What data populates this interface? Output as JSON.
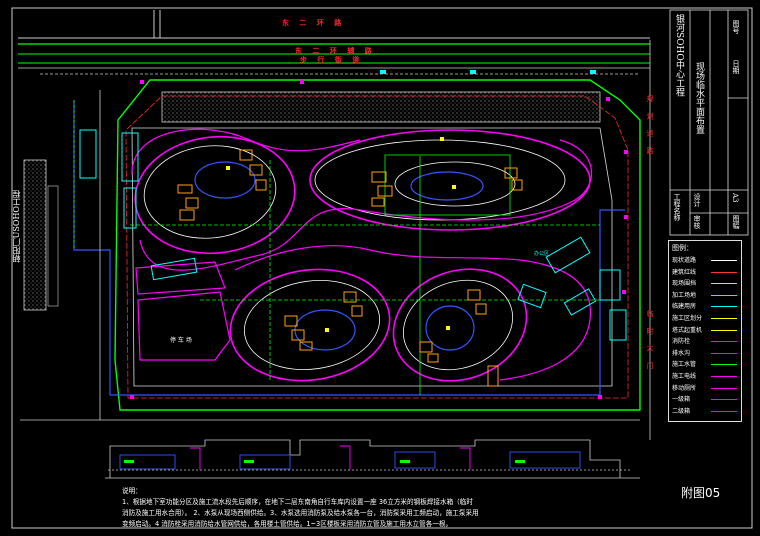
{
  "roads": {
    "top_road": "东 二 环 路",
    "second_road": "东 二 环 辅 路",
    "third_road": "步 行 街 道",
    "right_vertical": "规 划 道 路",
    "right_bottom_vertical": "临 时 大 门",
    "left_vertical": "朝阳门USOHO工程"
  },
  "title_block": {
    "project": "银河SOHO中心工程",
    "drawing": "现场临水平面布置",
    "rows": [
      "工程名称",
      "设计",
      "审核",
      "图号",
      "日期",
      "图幅",
      "A3"
    ]
  },
  "labels": {
    "parking": "停 车 场",
    "office": "办公区"
  },
  "legend": {
    "title": "图例：",
    "items": [
      {
        "label": "现状道路",
        "color": "#ffffff"
      },
      {
        "label": "建筑红线",
        "color": "#ff3333"
      },
      {
        "label": "现场围挡",
        "color": "#cccccc"
      },
      {
        "label": "加工场地",
        "color": "#00ffff"
      },
      {
        "label": "临建用房",
        "color": "#00ffff"
      },
      {
        "label": "施工区划分",
        "color": "#ffff00"
      },
      {
        "label": "塔式起重机",
        "color": "#ffff00"
      },
      {
        "label": "消防栓",
        "color": "#ff00ff"
      },
      {
        "label": "排水沟",
        "color": "#ff00ff"
      },
      {
        "label": "施工水管",
        "color": "#00ff00"
      },
      {
        "label": "施工电线",
        "color": "#ff00ff"
      },
      {
        "label": "移动厕所",
        "color": "#ff00ff"
      },
      {
        "label": "一级箱",
        "color": "#ff00ff"
      },
      {
        "label": "二级箱",
        "color": "#ff00ff"
      }
    ]
  },
  "notes": {
    "heading": "说明：",
    "line1": "1、根据地下室功能分区及施工流水段先后顺序，在地下二层东南角自行车库内设置一座 36立方米的钢板焊接水箱（临时",
    "line2": "消防及施工用水合用）。  2、水泵从现场西侧供给。3、水泵选用消防泵及给水泵各一台，消防泵采用工频启动，施工泵采用",
    "line3": "变频启动。4 消防栓采用消防给水管网供给，各用楼土管供给。1~3区楼板采用消防立管及施工用水立管各一根。"
  },
  "colors": {
    "green": "#00ff00",
    "magenta": "#ff00ff",
    "cyan": "#00ffff",
    "yellow": "#ffff00",
    "red": "#ff2a2a",
    "orange": "#ffa500",
    "blue": "#3355ff"
  },
  "figure_number": "附图05"
}
